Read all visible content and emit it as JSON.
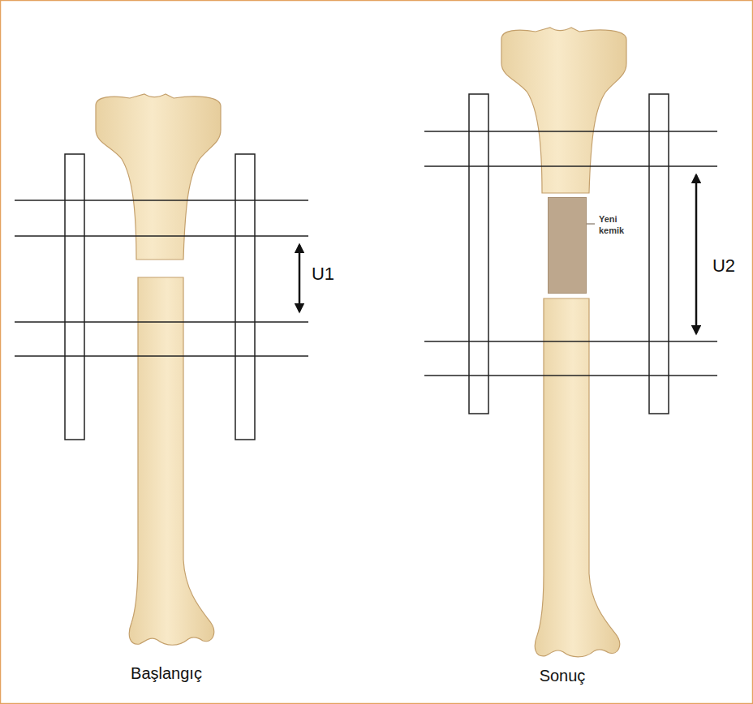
{
  "diagram": {
    "nodes": [
      {
        "text": [
          "Yeni kemik"
        ]
      }
    ],
    "labels": [
      "U1",
      "Başlangıç",
      "U2",
      "Sonuç"
    ]
  }
}
